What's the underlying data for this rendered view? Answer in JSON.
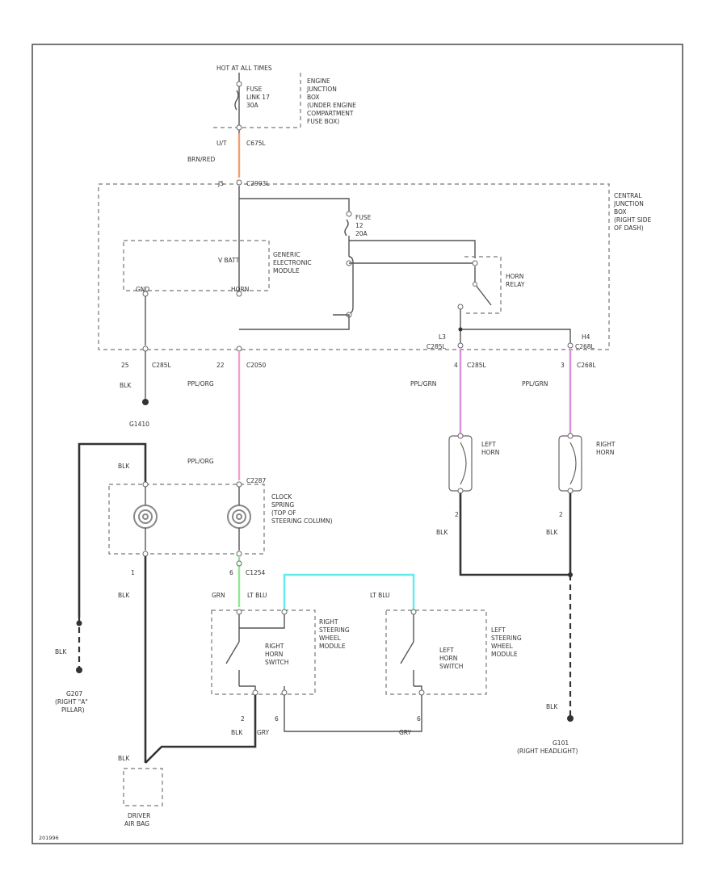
{
  "labels": {
    "hot_at_all_times": "HOT AT ALL TIMES",
    "fuse_top": [
      "FUSE",
      "LINK 17",
      "30A"
    ],
    "engine_jb": [
      "ENGINE",
      "JUNCTION",
      "BOX",
      "(UNDER ENGINE",
      "COMPARTMENT",
      "FUSE BOX)"
    ],
    "pin_ut": "U/T",
    "conn_c675l": "C675L",
    "wire_brn_red": "BRN/RED",
    "pin_j5": "J5",
    "conn_c2993l": "C2993L",
    "central_jb": [
      "CENTRAL",
      "JUNCTION",
      "BOX",
      "(RIGHT SIDE",
      "OF DASH)"
    ],
    "fuse_mid": [
      "FUSE",
      "12",
      "20A"
    ],
    "v_batt": "V BATT",
    "gem": [
      "GENERIC",
      "ELECTRONIC",
      "MODULE"
    ],
    "gnd_label": "GND",
    "horn_label": "HORN",
    "horn_relay": [
      "HORN",
      "RELAY"
    ],
    "pin_l3": "L3",
    "pin_h4": "H4",
    "conn_c285l": "C285L",
    "conn_c268l": "C268L",
    "pin_25": "25",
    "pin_22": "22",
    "conn_c2050": "C2050",
    "pin_4": "4",
    "pin_3": "3",
    "wire_blk": "BLK",
    "wire_ppl_org": "PPL/ORG",
    "wire_ppl_grn": "PPL/GRN",
    "ground_g1410": "G1410",
    "left_horn": [
      "LEFT",
      "HORN"
    ],
    "right_horn": [
      "RIGHT",
      "HORN"
    ],
    "conn_c2287": "C2287",
    "clock_spring": [
      "CLOCK",
      "SPRING",
      "(TOP OF",
      "STEERING COLUMN)"
    ],
    "pin_2": "2",
    "pin_1": "1",
    "pin_6": "6",
    "conn_c1254": "C1254",
    "wire_grn": "GRN",
    "wire_lt_blu": "LT BLU",
    "wire_gry": "GRY",
    "right_sw_module": [
      "RIGHT",
      "STEERING",
      "WHEEL",
      "MODULE"
    ],
    "right_horn_switch": [
      "RIGHT",
      "HORN",
      "SWITCH"
    ],
    "left_sw_module": [
      "LEFT",
      "STEERING",
      "WHEEL",
      "MODULE"
    ],
    "left_horn_switch": [
      "LEFT",
      "HORN",
      "SWITCH"
    ],
    "ground_g207": [
      "G207",
      "(RIGHT \"A\"",
      "PILLAR)"
    ],
    "ground_g101": [
      "G101",
      "(RIGHT HEADLIGHT)"
    ],
    "driver_airbag": [
      "DRIVER",
      "AIR BAG"
    ],
    "footer_code": "201996"
  },
  "colors": {
    "wire_brn_red": "#f0a070",
    "wire_ppl_org": "#f4a0c8",
    "wire_ppl_grn": "#d890d8",
    "wire_grn": "#90e890",
    "wire_lt_blu": "#60ecec"
  }
}
